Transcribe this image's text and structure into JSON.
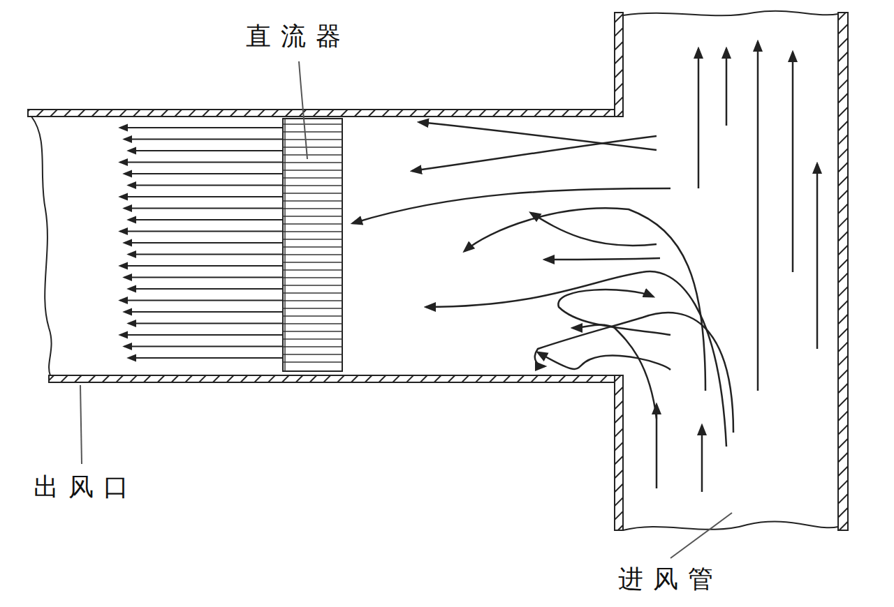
{
  "diagram": {
    "labels": [
      "直流器",
      "出风口",
      "进风管"
    ]
  }
}
